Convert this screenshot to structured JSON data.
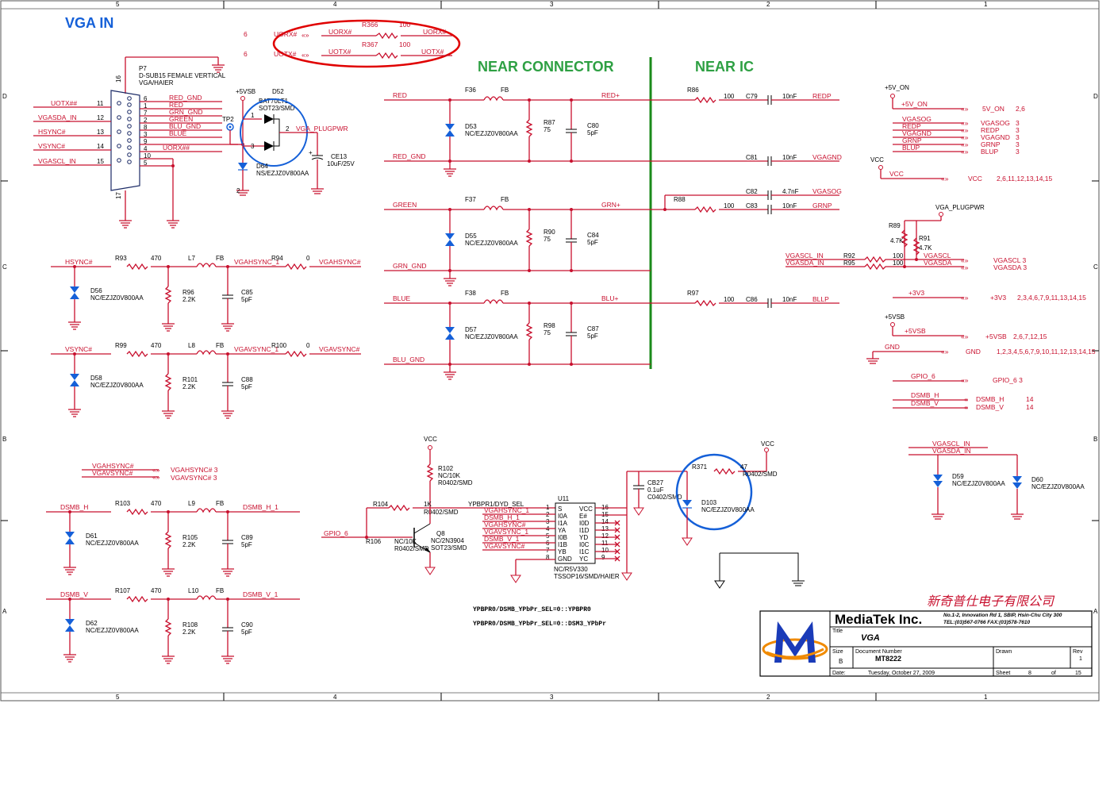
{
  "colors": {
    "wire": "#c8102e",
    "ink": "#000000",
    "heading_blue": "#1560d8",
    "heading_green": "#2ea043",
    "divider": "#1a8a1a",
    "highlight": "#e00000",
    "logo_orange": "#f08a00",
    "logo_blue": "#1a3bb8"
  },
  "frame": {
    "cols": [
      "5",
      "4",
      "3",
      "2",
      "1"
    ],
    "rows": [
      "D",
      "C",
      "B",
      "A"
    ]
  },
  "headings": {
    "vga_in": "VGA IN",
    "near_connector": "NEAR CONNECTOR",
    "near_ic": "NEAR IC"
  },
  "top_box": {
    "left_nums": [
      "6",
      "6"
    ],
    "top_row": [
      "UORX#",
      "UORX#",
      "R366",
      "100",
      "UORX#"
    ],
    "bot_row": [
      "UOTX#",
      "UOTX#",
      "R367",
      "100",
      "UOTX#"
    ]
  },
  "connector": {
    "ref": "P7",
    "name": "D-SUB15 FEMALE VERTICAL",
    "part": "VGA/HAIER",
    "left_nets": [
      "UOTX##",
      "VGASDA_IN",
      "HSYNC#",
      "VSYNC#",
      "VGASCL_IN"
    ],
    "left_pins": [
      "11",
      "12",
      "13",
      "14",
      "15"
    ],
    "right_pins": [
      "6",
      "1",
      "7",
      "2",
      "8",
      "3",
      "9",
      "4",
      "10",
      "5"
    ],
    "right_nets": [
      "RED_GND",
      "RED",
      "GRN_GND",
      "GREEN",
      "BLU_GND",
      "BLUE",
      "",
      "UORX##",
      "",
      ""
    ],
    "mount_pins": [
      "16",
      "17"
    ]
  },
  "plug": {
    "vsb": "+5VSB",
    "diode_ref": "D52",
    "diode_val": "BAT70LT1",
    "pkg": "SOT23/SMD",
    "tp": "TP2",
    "net": "VGA_PLUGPWR",
    "pins": [
      "1",
      "2",
      "3"
    ],
    "esd_ref": "D64",
    "esd_val": "NS/EZJZ0V800AA",
    "cap_ref": "CE13",
    "cap_val": "10uF/25V",
    "cap_plus": "+",
    "esd_pin": "2"
  },
  "hsync": {
    "in": "HSYNC#",
    "r": "R93",
    "rv": "470",
    "l": "L7",
    "lv": "FB",
    "mid": "VGAHSYNC_1",
    "r2": "R94",
    "r2v": "0",
    "out": "VGAHSYNC#",
    "d": "D56",
    "dv": "NC/EZJZ0V800AA",
    "rp": "R96",
    "rpv": "2.2K",
    "c": "C85",
    "cv": "5pF"
  },
  "vsync": {
    "in": "VSYNC#",
    "r": "R99",
    "rv": "470",
    "l": "L8",
    "lv": "FB",
    "mid": "VGAVSYNC_1",
    "r2": "R100",
    "r2v": "0",
    "out": "VGAVSYNC#",
    "d": "D58",
    "dv": "NC/EZJZ0V800AA",
    "rp": "R101",
    "rpv": "2.2K",
    "c": "C88",
    "cv": "5pF"
  },
  "sync_ports": [
    "VGAHSYNC#",
    "VGAVSYNC#",
    "VGAHSYNC#  3",
    "VGAVSYNC#  3"
  ],
  "dsmb_h": {
    "in": "DSMB_H",
    "r": "R103",
    "rv": "470",
    "l": "L9",
    "lv": "FB",
    "out": "DSMB_H_1",
    "d": "D61",
    "dv": "NC/EZJZ0V800AA",
    "rp": "R105",
    "rpv": "2.2K",
    "c": "C89",
    "cv": "5pF"
  },
  "dsmb_v": {
    "in": "DSMB_V",
    "r": "R107",
    "rv": "470",
    "l": "L10",
    "lv": "FB",
    "out": "DSMB_V_1",
    "d": "D62",
    "dv": "NC/EZJZ0V800AA",
    "rp": "R108",
    "rpv": "2.2K",
    "c": "C90",
    "cv": "5pF"
  },
  "channels": [
    {
      "in": "RED",
      "f": "F36",
      "fv": "FB",
      "out": "RED+",
      "gnd": "RED_GND",
      "d": "D53",
      "dv": "NC/EZJZ0V800AA",
      "r": "R87",
      "rv": "75",
      "c": "C80",
      "cv": "5pF",
      "rs": "R86",
      "rsv": "100",
      "cs": "C79",
      "csv": "10nF",
      "net": "REDP",
      "g_cs": "C81",
      "g_csv": "10nF",
      "g_net": "VGAGND"
    },
    {
      "in": "GREEN",
      "f": "F37",
      "fv": "FB",
      "out": "GRN+",
      "gnd": "GRN_GND",
      "d": "D55",
      "dv": "NC/EZJZ0V800AA",
      "r": "R90",
      "rv": "75",
      "c": "C84",
      "cv": "5pF",
      "rs": "R88",
      "rsv": "100",
      "cs": "C83",
      "csv": "10nF",
      "net": "GRNP",
      "g_cs": "C82",
      "g_csv": "4.7nF",
      "g_net": "VGASOG"
    },
    {
      "in": "BLUE",
      "f": "F38",
      "fv": "FB",
      "out": "BLU+",
      "gnd": "BLU_GND",
      "d": "D57",
      "dv": "NC/EZJZ0V800AA",
      "r": "R98",
      "rv": "75",
      "c": "C87",
      "cv": "5pF",
      "rs": "R97",
      "rsv": "100",
      "cs": "C86",
      "csv": "10nF",
      "net": "BLLP"
    }
  ],
  "right_ports": {
    "v5on": [
      "+5V_ON",
      "+5V_ON",
      "5V_ON",
      "2,6"
    ],
    "sig_nets": [
      "VGASOG",
      "REDP",
      "VGAGND",
      "GRNP",
      "BLUP"
    ],
    "sig_labels": [
      "VGASOG",
      "REDP",
      "VGAGND",
      "GRNP",
      "BLUP"
    ],
    "sig_sheets": [
      "3",
      "3",
      "3",
      "3",
      "3"
    ],
    "vcc": [
      "VCC",
      "VCC",
      "VCC",
      "2,6,11,12,13,14,15"
    ],
    "plugpwr": "VGA_PLUGPWR",
    "r89": [
      "R89",
      "4.7K"
    ],
    "r91": [
      "R91",
      "4.7K"
    ],
    "i2c_in": [
      "VGASCL_IN",
      "VGASDA_IN"
    ],
    "i2c_r": [
      "R92",
      "R95"
    ],
    "i2c_rv": [
      "100",
      "100"
    ],
    "i2c_out": [
      "VGASCL",
      "VGASDA"
    ],
    "i2c_port": [
      "VGASCL  3",
      "VGASDA  3"
    ],
    "v3v3": [
      "+3V3",
      "+3V3",
      "2,3,4,6,7,9,11,13,14,15"
    ],
    "v5vsb": [
      "+5VSB",
      "+5VSB",
      "+5VSB",
      "2,6,7,12,15"
    ],
    "gnd": [
      "GND",
      "GND",
      "1,2,3,4,5,6,7,9,10,11,12,13,14,15"
    ],
    "gpio": [
      "GPIO_6",
      "GPIO_6  3"
    ],
    "dsmb": [
      "DSMB_H",
      "DSMB_V",
      "DSMB_H",
      "DSMB_V",
      "14",
      "14"
    ]
  },
  "esd_pair": {
    "nets": [
      "VGASCL_IN",
      "VGASDA_IN"
    ],
    "d1": "D59",
    "d1v": "NC/EZJZ0V800AA",
    "d2": "D60",
    "d2v": "NC/EZJZ0V800AA"
  },
  "switch_block": {
    "vcc": "VCC",
    "r102": [
      "R102",
      "NC/10K",
      "R0402/SMD"
    ],
    "r104": [
      "R104",
      "1K",
      "R0402/SMD"
    ],
    "gpio": "GPIO_6",
    "r106": [
      "R106",
      "NC/10K",
      "R0402/SMD"
    ],
    "q": [
      "Q8",
      "NC/2N3904",
      "SOT23/SMD"
    ],
    "sel": "YPBPR1/DYD_SEL",
    "u": "U11",
    "u_val": "NC/R5V330",
    "u_pkg": "TSSOP16/SMD/HAIER",
    "left_pins": [
      "S",
      "I0A",
      "I1A",
      "YA",
      "I0B",
      "I1B",
      "YB",
      "GND"
    ],
    "left_nums": [
      "1",
      "2",
      "3",
      "4",
      "5",
      "6",
      "7",
      "8"
    ],
    "right_pins": [
      "VCC",
      "E#",
      "I0D",
      "I1D",
      "YD",
      "I0C",
      "I1C",
      "YC"
    ],
    "right_nums": [
      "16",
      "15",
      "14",
      "13",
      "12",
      "11",
      "10",
      "9"
    ],
    "in_nets": [
      "VGAHSYNC_1",
      "DSMB_H_1",
      "VGAHSYNC#",
      "VGAVSYNC_1",
      "DSMB_V_1",
      "VGAVSYNC#"
    ],
    "cb": [
      "CB27",
      "0.1uF",
      "C0402/SMD"
    ],
    "vcc2": "VCC",
    "r371": [
      "R371",
      "47",
      "R0402/SMD"
    ],
    "d103": [
      "D103",
      "NC/EZJZ0V800AA"
    ]
  },
  "notes": [
    "YPBPR0/DSMB_YPbPr_SEL=0::YPBPR0",
    "YPBPR0/DSMB_YPbPr_SEL=0::DSM3_YPbPr"
  ],
  "title_block": {
    "chinese": "新奇普仕电子有限公司",
    "company": "MediaTek Inc.",
    "addr1": "No.1-2, Innovation Rd 1, SBIP, Hsin-Chu City 300",
    "addr2": "TEL:(03)567-0766  FAX:(03)578-7610",
    "title_label": "Title",
    "title": "VGA",
    "size_label": "Size",
    "size": "B",
    "docnum_label": "Document Number",
    "docnum": "MT8222",
    "drawn_label": "Drawn",
    "rev_label": "Rev",
    "rev": "1",
    "date_label": "Date:",
    "date": "Tuesday, October 27, 2009",
    "sheet_label": "Sheet",
    "sheet": "8",
    "of_label": "of",
    "total": "15"
  }
}
